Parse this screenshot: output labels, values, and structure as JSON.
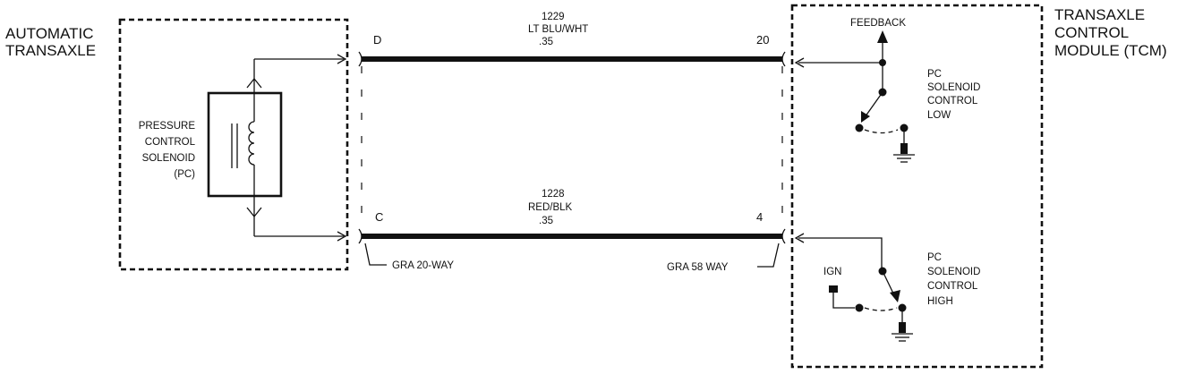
{
  "left_component": {
    "line1": "AUTOMATIC",
    "line2": "TRANSAXLE"
  },
  "right_component": {
    "line1": "TRANSAXLE",
    "line2": "CONTROL",
    "line3": "MODULE (TCM)"
  },
  "solenoid": {
    "line1": "PRESSURE",
    "line2": "CONTROL",
    "line3": "SOLENOID",
    "line4": "(PC)"
  },
  "wire_top": {
    "circuit": "1229",
    "color": "LT BLU/WHT",
    "gauge": ".35",
    "left_pin": "D",
    "right_pin": "20"
  },
  "wire_bottom": {
    "circuit": "1228",
    "color": "RED/BLK",
    "gauge": ".35",
    "left_pin": "C",
    "right_pin": "4"
  },
  "connectors": {
    "left": "GRA 20-WAY",
    "right": "GRA 58 WAY"
  },
  "feedback_label": "FEEDBACK",
  "ign_label": "IGN",
  "switch_low": {
    "line1": "PC",
    "line2": "SOLENOID",
    "line3": "CONTROL",
    "line4": "LOW"
  },
  "switch_high": {
    "line1": "PC",
    "line2": "SOLENOID",
    "line3": "CONTROL",
    "line4": "HIGH"
  }
}
